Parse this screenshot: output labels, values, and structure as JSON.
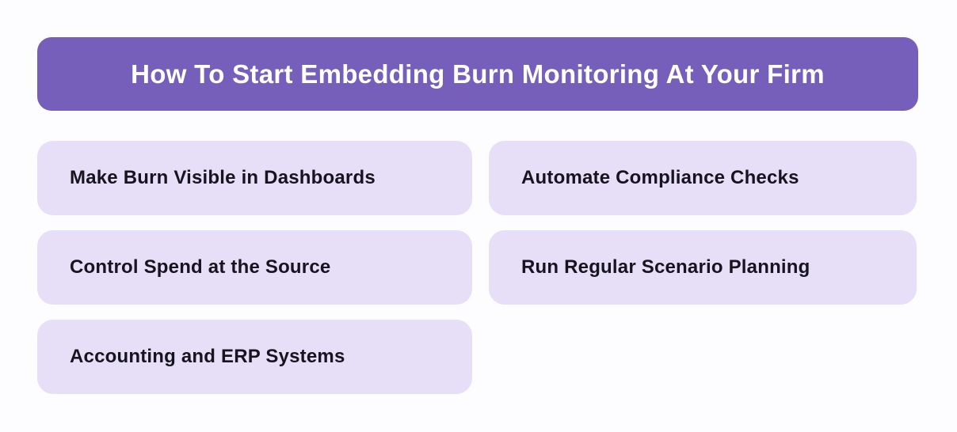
{
  "page": {
    "background_color": "#FDFDFF"
  },
  "header": {
    "title": "How To Start Embedding Burn Monitoring At Your Firm",
    "background_color": "#755FBA",
    "text_color": "#FFFFFF"
  },
  "cards": {
    "background_color": "#E7DFF8",
    "text_color": "#16141E",
    "items": [
      {
        "label": "Make Burn Visible in Dashboards",
        "column": "left",
        "row": 1
      },
      {
        "label": "Automate Compliance Checks",
        "column": "right",
        "row": 1
      },
      {
        "label": "Control Spend at the Source",
        "column": "left",
        "row": 2
      },
      {
        "label": "Run Regular Scenario Planning",
        "column": "right",
        "row": 2
      },
      {
        "label": "Accounting and ERP Systems",
        "column": "left",
        "row": 3
      }
    ]
  }
}
